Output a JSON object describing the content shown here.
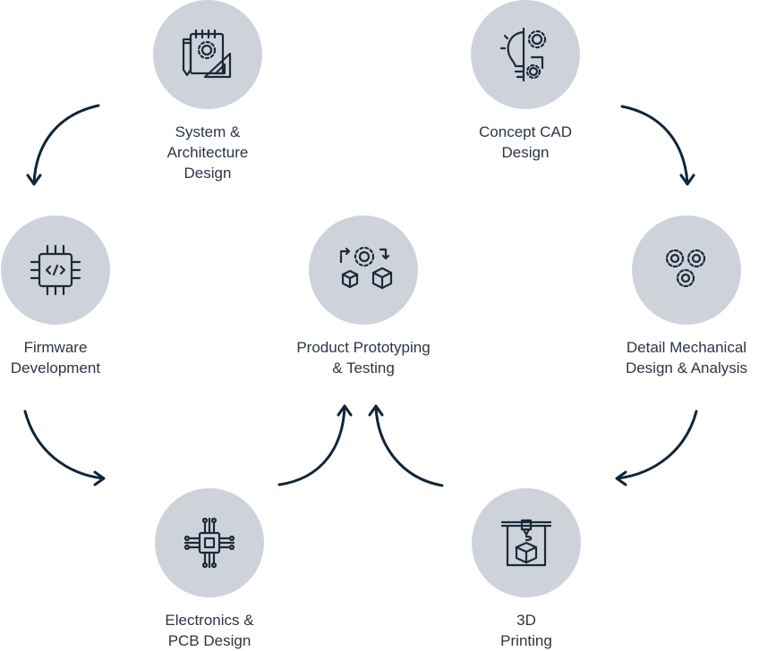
{
  "nodes": {
    "system": {
      "line1": "System &",
      "line2": "Architecture",
      "line3": "Design",
      "icon": "notebook-gear-ruler-icon"
    },
    "concept": {
      "line1": "Concept CAD",
      "line2": "Design",
      "icon": "lightbulb-gears-icon"
    },
    "firmware": {
      "line1": "Firmware",
      "line2": "Development",
      "icon": "code-chip-icon"
    },
    "prototyping": {
      "line1": "Product Prototyping",
      "line2": "& Testing",
      "icon": "gear-cubes-icon"
    },
    "mechanical": {
      "line1": "Detail Mechanical",
      "line2": "Design & Analysis",
      "icon": "three-gears-icon"
    },
    "electronics": {
      "line1": "Electronics &",
      "line2": "PCB Design",
      "icon": "circuit-chip-icon"
    },
    "printing": {
      "line1": "3D",
      "line2": "Printing",
      "icon": "3d-printer-icon"
    }
  },
  "colors": {
    "circle": "#ced3db",
    "icon": "#1b2a3a",
    "arrow": "#10253a",
    "text": "#2b3646"
  }
}
